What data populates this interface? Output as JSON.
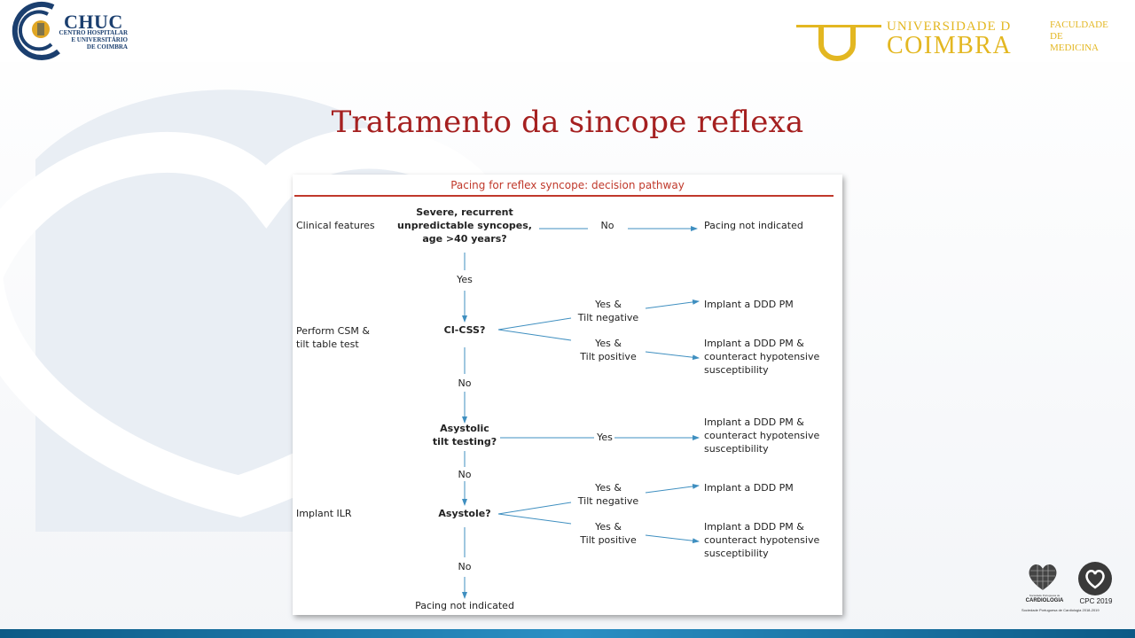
{
  "header": {
    "chuc": {
      "name": "CHUC",
      "subtitle": "CENTRO HOSPITALAR\nE UNIVERSITÁRIO\nDE COIMBRA"
    },
    "coimbra": {
      "line1": "UNIVERSIDADE D",
      "line2": "COIMBRA",
      "faculty": "FACULDADE\nDE\nMEDICINA"
    }
  },
  "slide_title": "Tratamento da sincope reflexa",
  "flowchart": {
    "title": "Pacing for reflex syncope: decision pathway",
    "row_labels": {
      "clinical": "Clinical features",
      "csm": "Perform CSM &\ntilt table test",
      "ilr": "Implant ILR"
    },
    "nodes": {
      "q1": "Severe, recurrent\nunpredictable syncopes,\nage >40 years?",
      "q2": "CI-CSS?",
      "q3": "Asystolic\ntilt testing?",
      "q4": "Asystole?"
    },
    "edges": {
      "no_q1": "No",
      "yes_q1": "Yes",
      "q2_a": "Yes &\nTilt negative",
      "q2_b": "Yes &\nTilt positive",
      "no_q2": "No",
      "yes_q3": "Yes",
      "no_q3": "No",
      "q4_a": "Yes &\nTilt negative",
      "q4_b": "Yes &\nTilt positive",
      "no_q4": "No"
    },
    "outcomes": {
      "o1": "Pacing not indicated",
      "o2": "Implant a DDD PM",
      "o3": "Implant a DDD PM &\ncounteract hypotensive\nsusceptibility",
      "o4": "Implant a DDD PM &\ncounteract hypotensive\nsusceptibility",
      "o5": "Implant a DDD PM",
      "o6": "Implant a DDD PM &\ncounteract hypotensive\nsusceptibility",
      "o7": "Pacing not indicated"
    },
    "colors": {
      "title": "#c0392b",
      "arrow": "#3f8fc0",
      "rule": "#c0392b"
    }
  },
  "footer": {
    "spc_small": "Sociedade Portuguesa de",
    "spc_big": "CARDIOLOGIA",
    "cpc": "CPC 2019",
    "spc_foot": "Sociedade Portuguesa de Cardiologia 2018-2019"
  }
}
